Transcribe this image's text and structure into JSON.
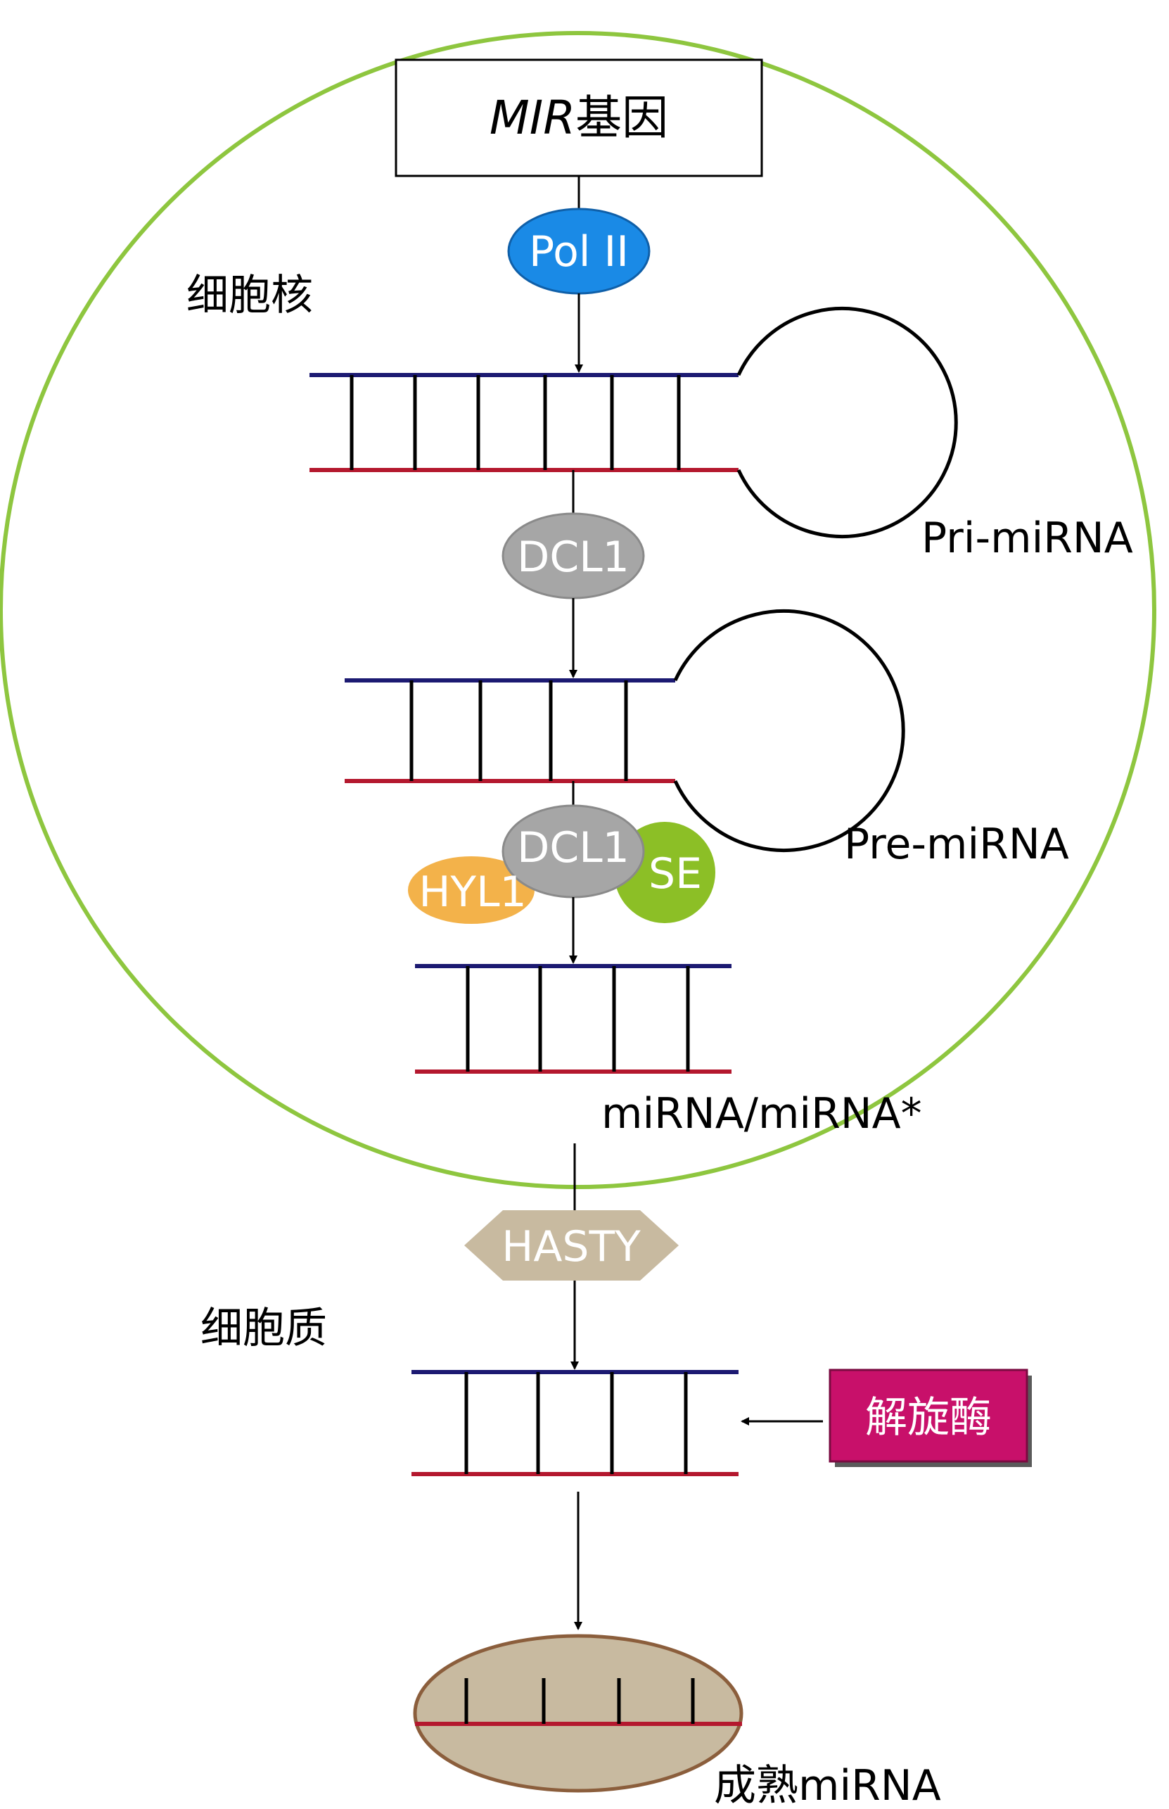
{
  "gene": {
    "italic": "MIR",
    "suffix": "基因"
  },
  "compartments": {
    "nucleus": "细胞核",
    "cytoplasm": "细胞质"
  },
  "enzymes": {
    "pol2": "Pol II",
    "dcl1_first": "DCL1",
    "dcl1_second": "DCL1",
    "hyl1": "HYL1",
    "se": "SE",
    "hasty": "HASTY",
    "helicase": "解旋酶"
  },
  "rna": {
    "pri": "Pri-miRNA",
    "pre": "Pre-miRNA",
    "duplex": "miRNA/miRNA*",
    "mature": "成熟miRNA"
  },
  "colors": {
    "cell_membrane": "#8ec63f",
    "pol2": "#1a8ae6",
    "dcl1": "#a6a6a6",
    "hyl1": "#f3b24a",
    "se": "#8cbf26",
    "hasty": "#c8baa0",
    "helicase": "#c8106a",
    "mature_ellipse": "#c8baa0",
    "top_strand": "#1c1a72",
    "bottom_strand": "#b4182e"
  }
}
